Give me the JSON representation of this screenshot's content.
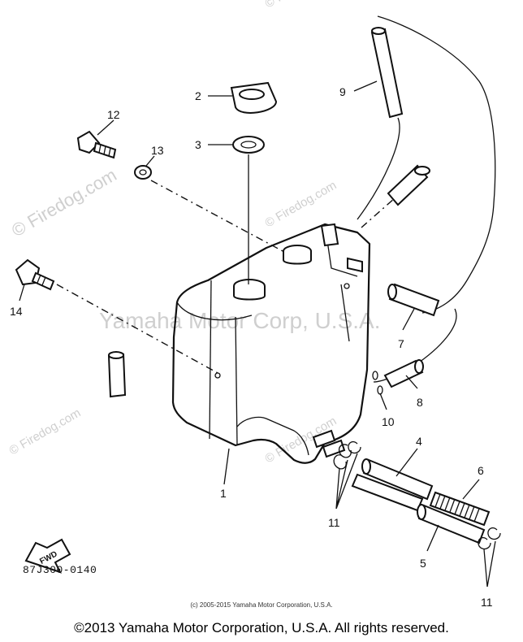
{
  "watermarks": {
    "firedog": "© Firedog.com",
    "yamaha": "Yamaha Motor Corp, U.S.A."
  },
  "callouts": [
    "1",
    "2",
    "3",
    "4",
    "5",
    "6",
    "7",
    "8",
    "9",
    "10",
    "11",
    "11",
    "12",
    "13",
    "14"
  ],
  "labels": {
    "fwd": "FWD",
    "part_code": "87J300-0140",
    "small_copyright": "(c) 2005-2015 Yamaha Motor Corporation, U.S.A.",
    "footer_copyright": "©2013 Yamaha Motor Corporation, U.S.A. All rights reserved."
  },
  "colors": {
    "ink": "#111111",
    "watermark": "#cfcfcf"
  }
}
